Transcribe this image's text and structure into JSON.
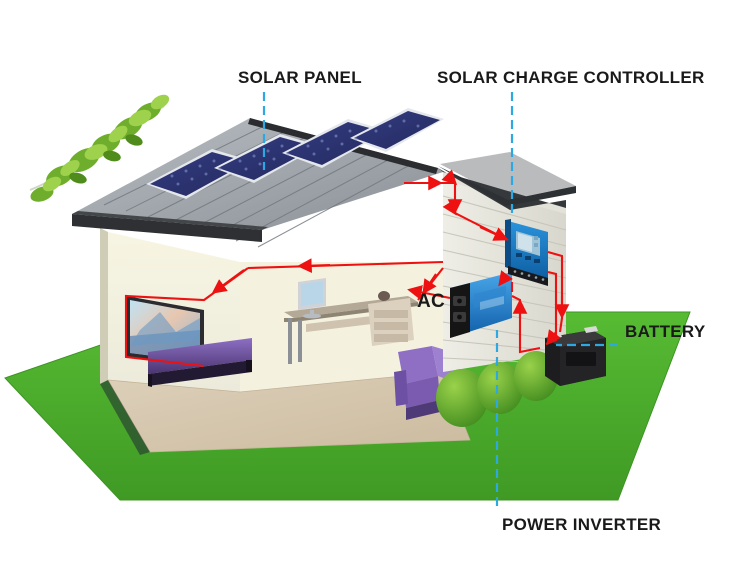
{
  "diagram": {
    "title": "Off-grid Solar Power System Diagram",
    "type": "isometric-cutaway-illustration"
  },
  "labels": {
    "solar_panel": "SOLAR PANEL",
    "solar_charge_controller": "SOLAR CHARGE CONTROLLER",
    "battery": "BATTERY",
    "power_inverter": "POWER INVERTER",
    "ac": "AC"
  },
  "components": {
    "solar_panels": {
      "name": "solar-panel-array",
      "count": 4,
      "cell_color": "#2b3070",
      "frame_color": "#e8eaee",
      "mounted_on": "roof"
    },
    "roof": {
      "name": "corrugated-metal-roof",
      "color": "#9ea3a8",
      "fascia_color": "#2e3033"
    },
    "charge_controller": {
      "name": "solar-charge-controller",
      "body_color": "#1177c4",
      "screen_color": "#bcd6e2",
      "mounted_on": "exterior-side-wall"
    },
    "inverter": {
      "name": "power-inverter",
      "body_color": "#1b74c9",
      "panel_color": "#151515",
      "mounted_on": "exterior-side-wall"
    },
    "battery": {
      "name": "battery-unit",
      "body_color": "#1d1d1f",
      "placed_on": "grass"
    },
    "interior": {
      "tv": "wall-mounted-television",
      "sofa": "purple-sofa-bed",
      "desk": "computer-desk",
      "monitor": "desktop-monitor",
      "drawers": "drawer-cabinet",
      "armchair": "purple-armchair",
      "wall_color": "#f2f0d9",
      "floor_color": "#d9cbb6"
    },
    "landscape": {
      "grass_color": "#4fae2e",
      "bush_count": 3,
      "tree": "leafy-branch-foliage"
    }
  },
  "wiring": {
    "dc_cable_color": "#ee1111",
    "leader_line_color": "#2ea8e0",
    "flow": [
      "solar-panel to charge-controller",
      "charge-controller to battery",
      "battery to inverter",
      "inverter to AC loads in house"
    ]
  },
  "colors": {
    "accent_red": "#ee1111",
    "accent_blue": "#2ea8e0",
    "label_text": "#1a1a1a",
    "background": "#ffffff"
  }
}
